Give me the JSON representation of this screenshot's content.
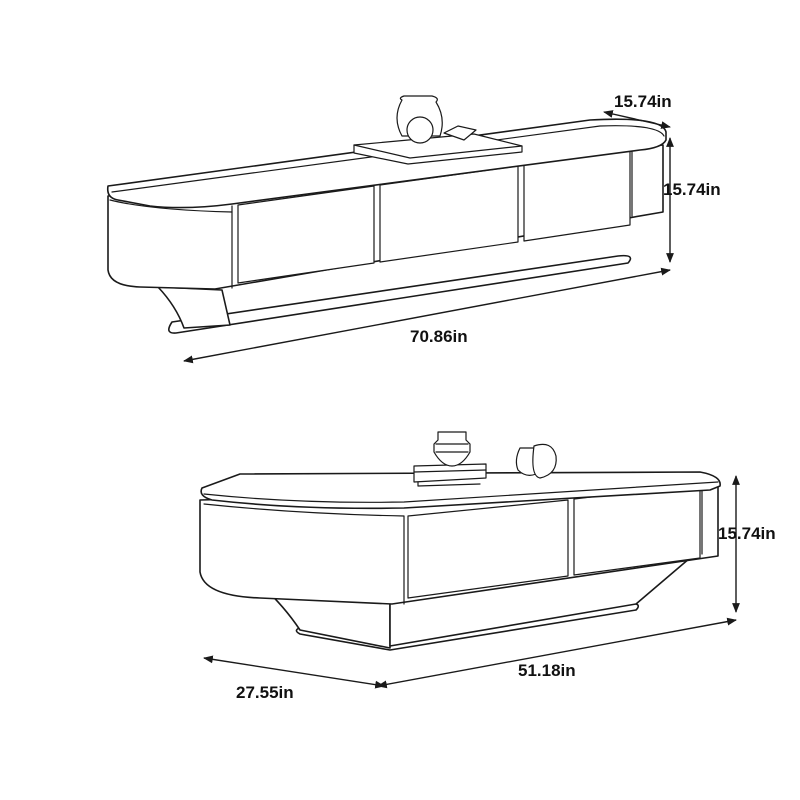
{
  "tv_stand": {
    "dim_depth": "15.74in",
    "dim_height": "15.74in",
    "dim_width": "70.86in"
  },
  "coffee_table": {
    "dim_height": "15.74in",
    "dim_width": "51.18in",
    "dim_depth": "27.55in"
  }
}
